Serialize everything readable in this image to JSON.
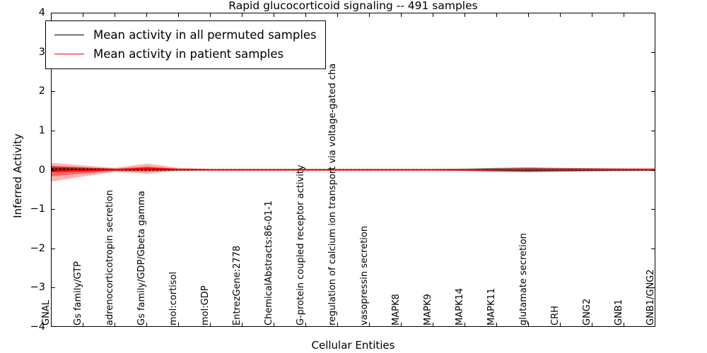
{
  "chart_data": {
    "type": "line",
    "title": "Rapid glucocorticoid signaling -- 491 samples",
    "xlabel": "Cellular Entities",
    "ylabel": "Inferred Activity",
    "ylim": [
      -4,
      4
    ],
    "yticks": [
      4,
      3,
      2,
      1,
      0,
      -1,
      -2,
      -3,
      -4
    ],
    "grid": false,
    "legend_position": "upper left",
    "categories": [
      "GNAL",
      "Gs family/GTP",
      "adrenocorticotropin secretion",
      "Gs family/GDP/Gbeta gamma",
      "mol:cortisol",
      "mol:GDP",
      "EntrezGene:2778",
      "ChemicalAbstracts:86-01-1",
      "G-protein coupled receptor activity",
      "regulation of calcium ion transport via voltage-gated cha",
      "vasopressin secretion",
      "MAPK8",
      "MAPK9",
      "MAPK14",
      "MAPK11",
      "glutamate secretion",
      "CRH",
      "GNG2",
      "GNB1",
      "GNB1/GNG2"
    ],
    "series": [
      {
        "name": "Mean activity in all permuted samples",
        "color": "#000000",
        "style": "dotted",
        "values": [
          0.02,
          0.01,
          0.0,
          0.0,
          0.0,
          0.0,
          0.0,
          0.0,
          0.0,
          0.0,
          0.0,
          0.0,
          0.0,
          0.0,
          0.0,
          0.0,
          0.0,
          0.0,
          0.0,
          0.0
        ],
        "band_low": [
          -0.06,
          -0.04,
          -0.02,
          -0.02,
          -0.02,
          -0.02,
          -0.02,
          -0.02,
          -0.02,
          -0.02,
          -0.02,
          -0.02,
          -0.02,
          -0.03,
          -0.05,
          -0.06,
          -0.05,
          -0.04,
          -0.03,
          -0.02
        ],
        "band_high": [
          0.09,
          0.06,
          0.03,
          0.03,
          0.02,
          0.02,
          0.02,
          0.02,
          0.02,
          0.02,
          0.02,
          0.02,
          0.02,
          0.03,
          0.05,
          0.06,
          0.05,
          0.04,
          0.03,
          0.02
        ]
      },
      {
        "name": "Mean activity in patient samples",
        "color": "#ff0000",
        "style": "solid",
        "values": [
          -0.04,
          -0.02,
          0.0,
          0.04,
          0.01,
          0.0,
          0.0,
          0.0,
          0.0,
          0.0,
          0.0,
          0.0,
          0.0,
          0.0,
          0.0,
          0.01,
          0.01,
          0.01,
          0.01,
          0.01
        ],
        "band_low": [
          -0.3,
          -0.17,
          -0.05,
          -0.1,
          -0.03,
          -0.02,
          -0.02,
          -0.02,
          -0.02,
          -0.02,
          -0.02,
          -0.02,
          -0.02,
          -0.02,
          -0.02,
          -0.03,
          -0.03,
          -0.03,
          -0.03,
          -0.03
        ],
        "band_high": [
          0.18,
          0.11,
          0.05,
          0.16,
          0.05,
          0.02,
          0.02,
          0.02,
          0.02,
          0.02,
          0.02,
          0.02,
          0.02,
          0.02,
          0.02,
          0.04,
          0.04,
          0.04,
          0.04,
          0.04
        ]
      }
    ],
    "legend": [
      {
        "label": "Mean activity in all permuted samples",
        "color": "#000000"
      },
      {
        "label": "Mean activity in patient samples",
        "color": "#ff0000"
      }
    ]
  }
}
